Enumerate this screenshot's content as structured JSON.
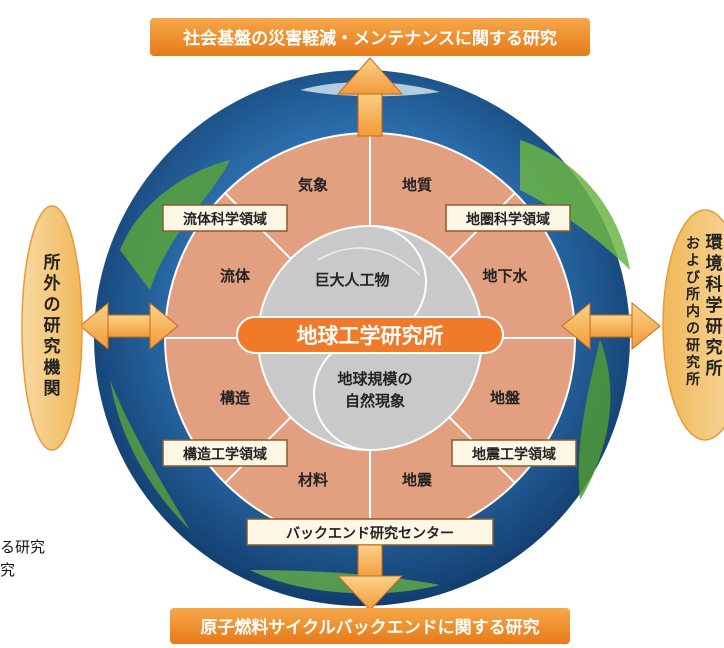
{
  "colors": {
    "banner": "#f08c2a",
    "sector": "#e2a080",
    "inner": "#c9c9c9",
    "center_band": "#f07a2a",
    "label_box": "#fff7e6",
    "earth_ocean": "#1f5f9f",
    "earth_land": "#5aa33c"
  },
  "banner_top": "社会基盤の災害軽減・メンテナンスに関する研究",
  "banner_bottom": "原子燃料サイクルバックエンドに関する研究",
  "left_oval": "所外の研究機関",
  "right_oval": {
    "line1": "環境科学研究所",
    "line2": "および所内の研究所"
  },
  "sectors": [
    "気象",
    "地質",
    "地下水",
    "地盤",
    "地震",
    "材料",
    "構造",
    "流体"
  ],
  "domain_labels": {
    "fluid": "流体科学領域",
    "geo": "地圏科学領域",
    "structure": "構造工学領域",
    "quake": "地震工学領域",
    "backend": "バックエンド研究センター"
  },
  "center_title": "地球工学研究所",
  "core_top": "巨大人工物",
  "core_bottom": {
    "line1": "地球規模の",
    "line2": "自然現象"
  },
  "partial_text": [
    "る研究",
    "究"
  ]
}
